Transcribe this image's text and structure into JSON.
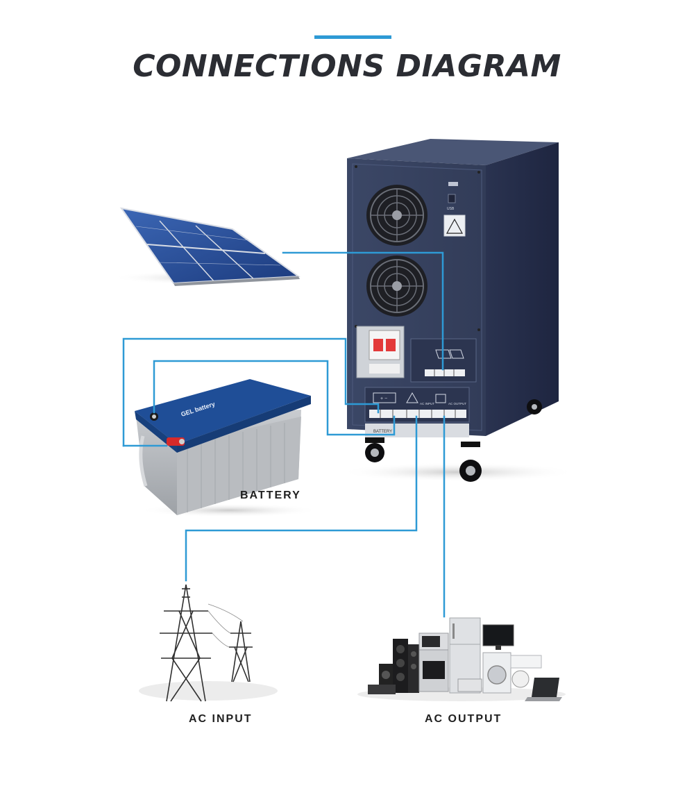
{
  "title": "CONNECTIONS DIAGRAM",
  "labels": {
    "battery": "BATTERY",
    "ac_input": "AC INPUT",
    "ac_output": "AC OUTPUT"
  },
  "battery_brand": {
    "name": "GEL battery"
  },
  "inverter_panel": {
    "ac_input": "AC INPUT",
    "ac_output": "AC OUTPUT",
    "battery": "BATTERY",
    "usb": "USB"
  },
  "icons": [
    "solar-panel-icon",
    "battery-icon",
    "transmission-tower-icon",
    "home-appliances-icon",
    "inverter-icon",
    "cooling-fan-icon",
    "breaker-icon"
  ],
  "colors": {
    "accent": "#2e9ad5",
    "wire": "#2e9ad5",
    "title": "#2b2d33",
    "inverter_body": "#3a4663"
  }
}
